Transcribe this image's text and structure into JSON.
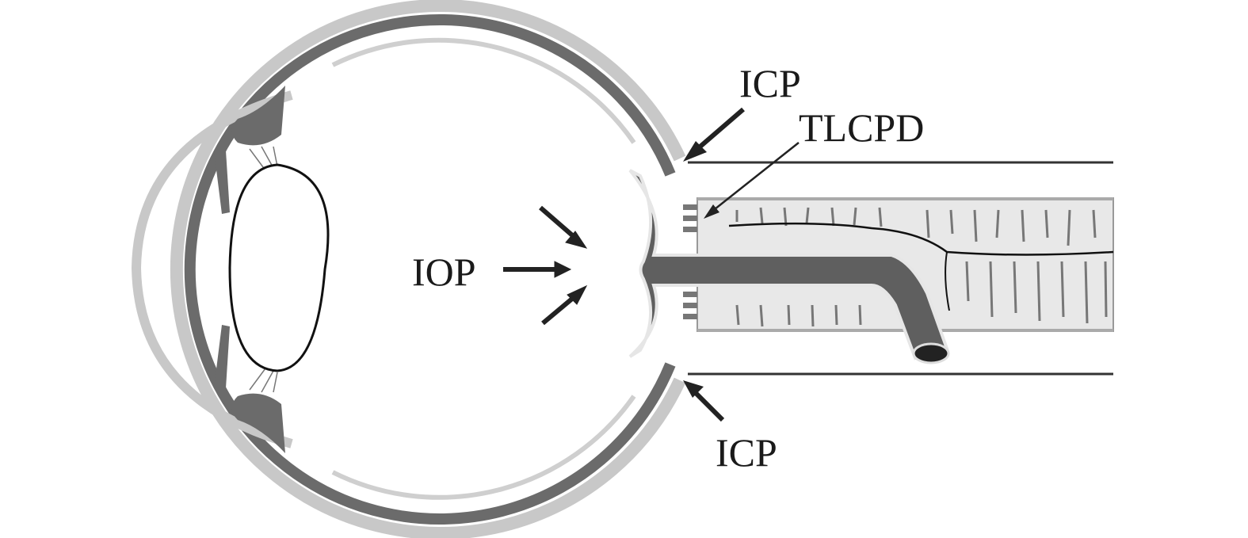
{
  "labels": {
    "icp_top": "ICP",
    "tlcpd": "TLCPD",
    "iop": "IOP",
    "icp_bottom": "ICP"
  },
  "colors": {
    "sclera": "#c8c8c8",
    "choroid": "#6b6b6b",
    "nerve": "#5f5f5f",
    "sheath": "#e6e6e6",
    "outline": "#111111",
    "text": "#1a1a1a"
  }
}
